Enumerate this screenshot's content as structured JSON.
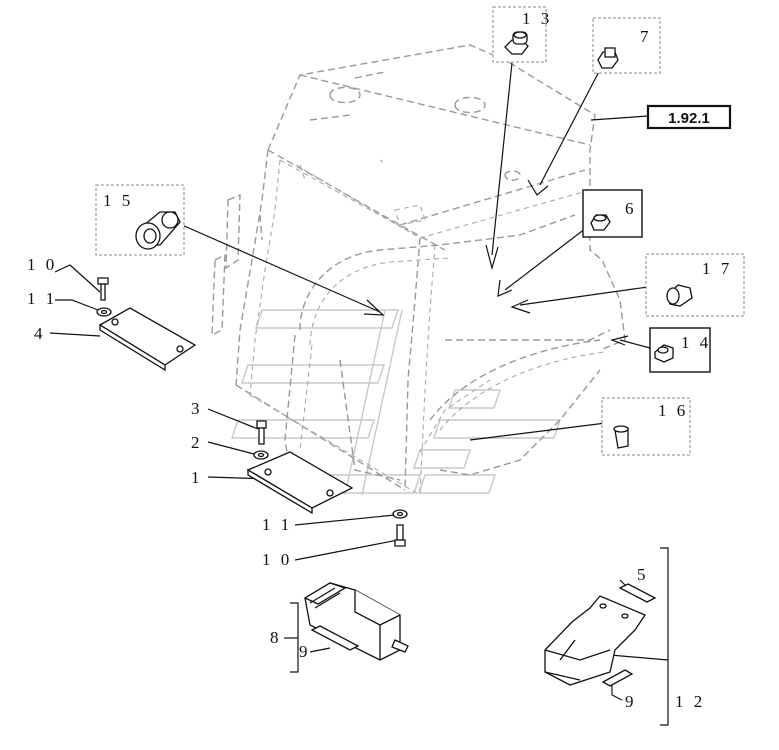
{
  "reference_label": "1.92.1",
  "callouts": {
    "c13": "1 3",
    "c7": "7",
    "c15": "1 5",
    "c6": "6",
    "c17": "1 7",
    "c14": "1 4",
    "c16": "1 6",
    "c10_top": "1 0",
    "c11_top": "1 1",
    "c4": "4",
    "c3": "3",
    "c2": "2",
    "c1": "1",
    "c11_bottom": "1 1",
    "c10_bottom": "1 0",
    "c8": "8",
    "c9_left": "9",
    "c5": "5",
    "c9_right": "9",
    "c12": "1 2"
  }
}
